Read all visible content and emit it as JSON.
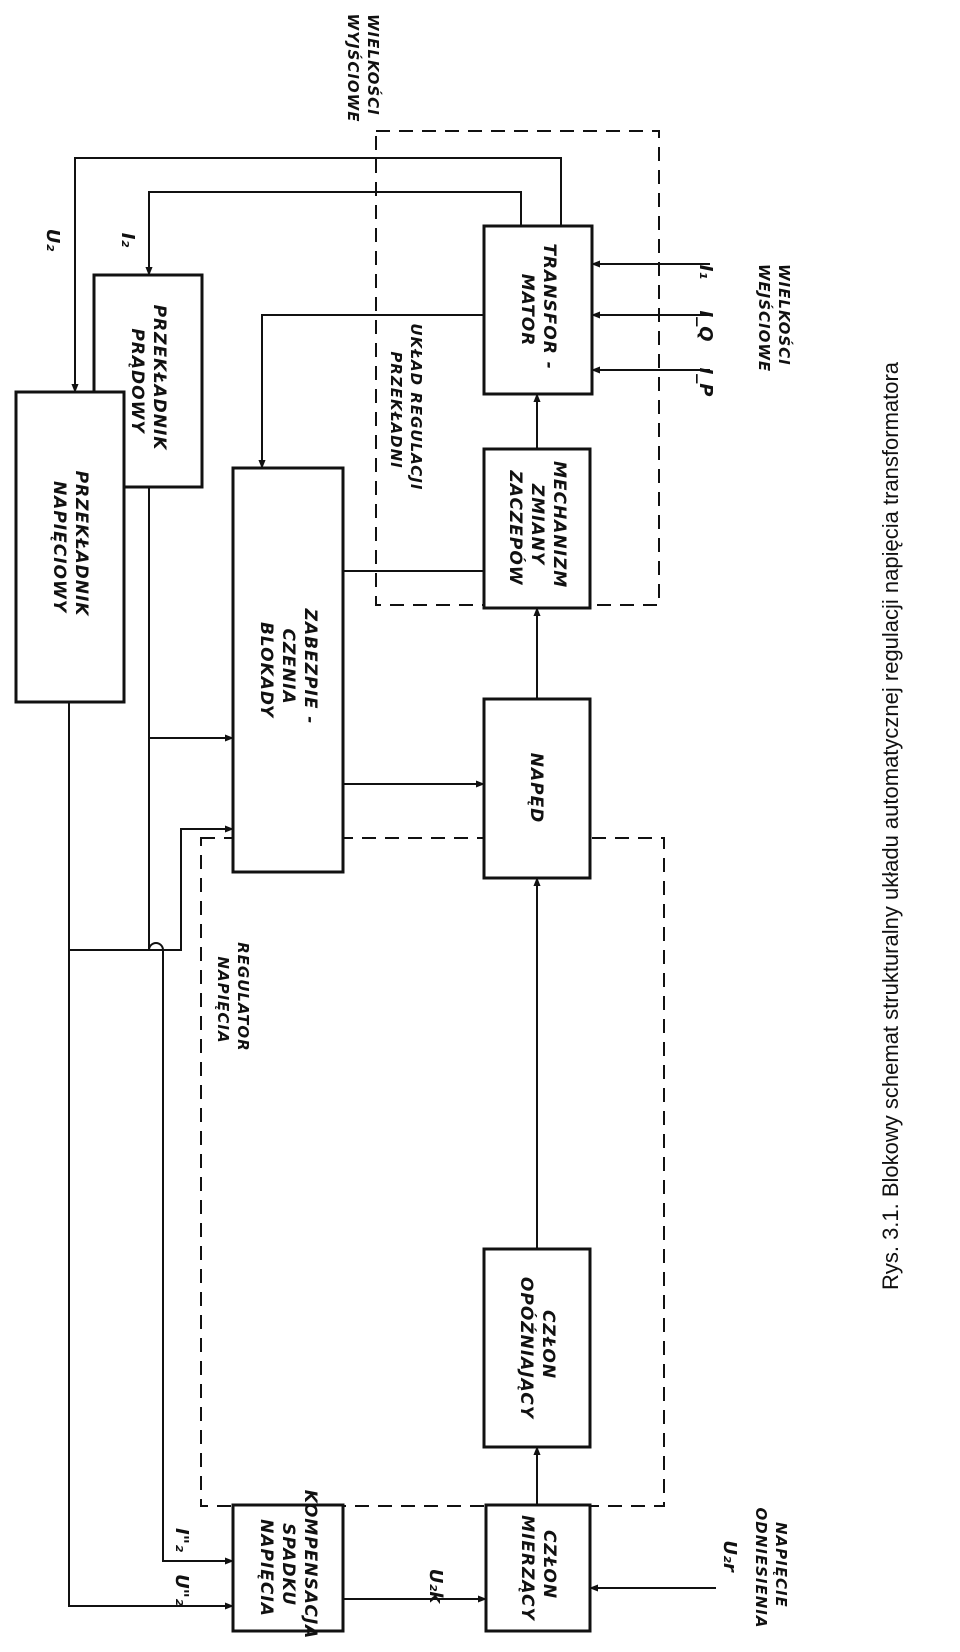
{
  "caption": "Rys. 3.1. Blokowy schemat strukturalny układu automatycznej regulacji napięcia transformatora",
  "blocks": {
    "transformator": [
      "TRANSFOR -",
      "MATOR"
    ],
    "mechanizm": [
      "MECHANIZM",
      "ZMIANY",
      "ZACZEPÓW"
    ],
    "przekladnik_pradowy": [
      "PRZEKŁADNIK",
      "PRĄDOWY"
    ],
    "przekladnik_napieciowy": [
      "PRZEKŁADNIK",
      "NAPIĘCIOWY"
    ],
    "zabezpieczenia": [
      "ZABEZPIE -",
      "CZENIA",
      "BLOKADY"
    ],
    "naped": [
      "NAPĘD"
    ],
    "opozniajacy": [
      "CZŁON",
      "OPÓŹNIAJĄCY"
    ],
    "mierzacy": [
      "CZŁON",
      "MIERZĄCY"
    ],
    "kompensacja": [
      "KOMPENSACJA",
      "SPADKU",
      "NAPIĘCIA"
    ]
  },
  "groups": {
    "uklad_regulacji": [
      "UKŁAD REGULACJI",
      "PRZEKŁADNI"
    ],
    "regulator": [
      "REGULATOR",
      "NAPIĘCIA"
    ],
    "wielkosci_wyjsciowe": [
      "WIELKOŚCI",
      "WYJŚCIOWE"
    ],
    "wielkosci_wejsciowe": [
      "WIELKOŚCI",
      "WEJŚCIOWE"
    ],
    "napiecie_odniesienia": [
      "NAPIĘCIE",
      "ODNIESIENIA"
    ]
  },
  "signals": {
    "u2": "U₂",
    "i2": "I₂",
    "i1": "I₁",
    "iq": "I_Q",
    "ip": "I_P",
    "u2pp": "U\"₂",
    "i2pp": "I\"₂",
    "u2k": "U₂k",
    "u2r": "U₂r"
  }
}
